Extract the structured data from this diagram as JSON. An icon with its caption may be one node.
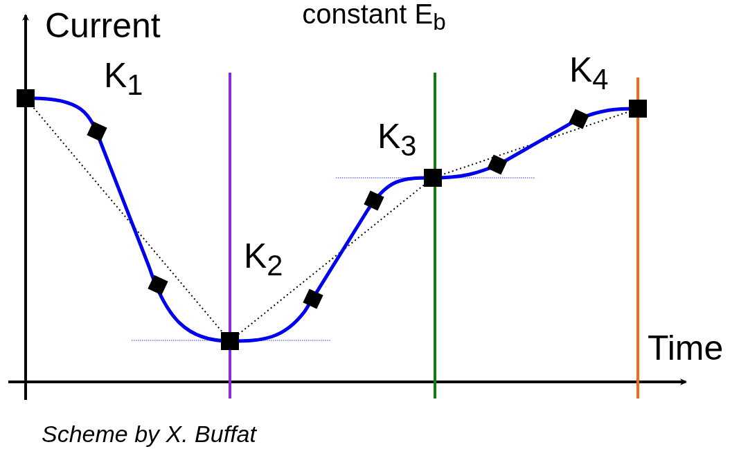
{
  "diagram": {
    "title": "constant E$_{b}$",
    "caption": "Scheme by X. Buffat",
    "labels": [
      "Current",
      "K$_{1}$",
      "K$_{4}$",
      "K$_{3}$",
      "K$_{2}$",
      "Time"
    ]
  }
}
